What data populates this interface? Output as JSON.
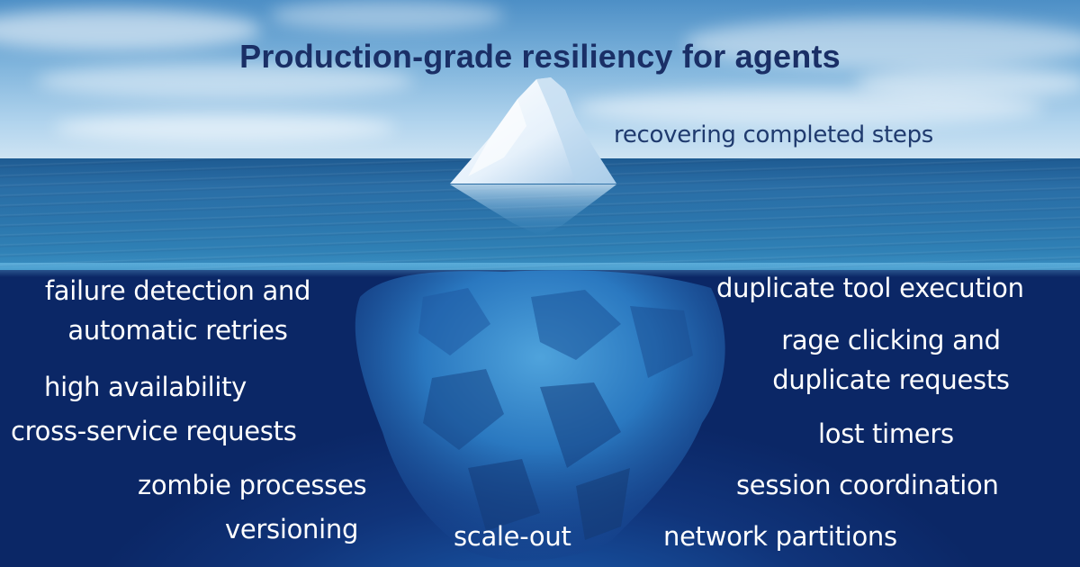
{
  "title": "Production-grade resiliency for agents",
  "labels": {
    "recovering_completed_steps": "recovering completed steps",
    "failure_detection_1": "failure detection and",
    "failure_detection_2": "automatic retries",
    "high_availability": "high availability",
    "cross_service_requests": "cross-service requests",
    "zombie_processes": "zombie processes",
    "versioning": "versioning",
    "scale_out": "scale-out",
    "duplicate_tool_execution": "duplicate tool execution",
    "rage_clicking_1": "rage clicking and",
    "rage_clicking_2": "duplicate requests",
    "lost_timers": "lost timers",
    "session_coordination": "session coordination",
    "network_partitions": "network partitions"
  },
  "colors": {
    "title": "#1a2f66",
    "sky_label": "#1f3a6e",
    "underwater_label": "#ffffff",
    "sky": "#7fb4dc",
    "sea": "#2b75ac",
    "deep": "#0b2766"
  }
}
